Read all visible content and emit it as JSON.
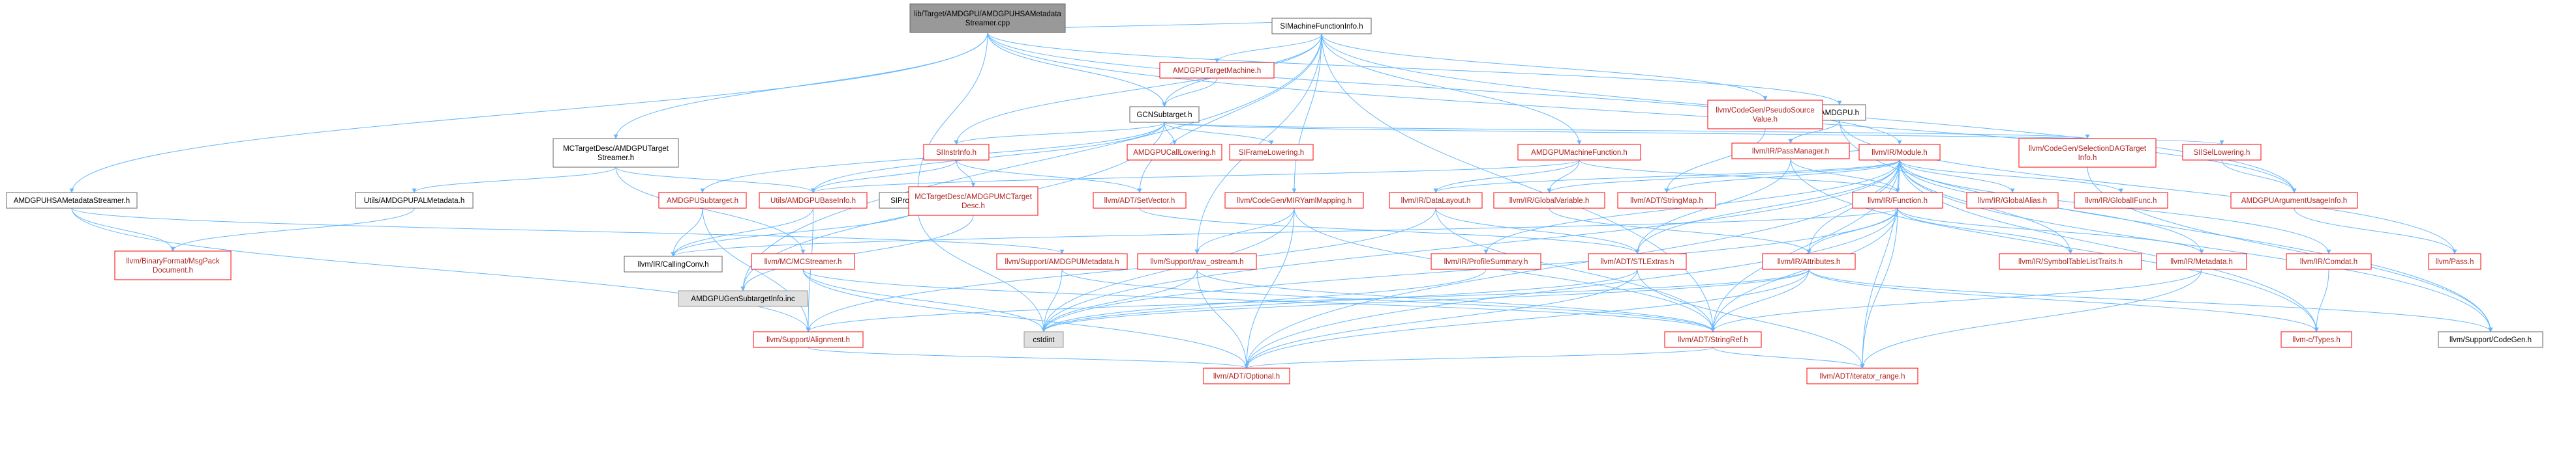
{
  "colors": {
    "edge": "#63b8ff",
    "text_default": "#000000",
    "text_link": "#b22222",
    "border_default": "#666666",
    "border_link": "#ff0000",
    "fill_default": "#ffffff",
    "fill_root": "#999999",
    "fill_grey": "#e0e0e0"
  },
  "nodes": [
    {
      "id": "root",
      "lines": [
        "lib/Target/AMDGPU/AMDGPUHSAMetadata",
        "Streamer.cpp"
      ],
      "style": "root"
    },
    {
      "id": "simfi",
      "lines": [
        "SIMachineFunctionInfo.h"
      ],
      "style": "default"
    },
    {
      "id": "amdgpu",
      "lines": [
        "AMDGPU.h"
      ],
      "style": "default"
    },
    {
      "id": "amdgputm",
      "lines": [
        "AMDGPUTargetMachine.h"
      ],
      "style": "link"
    },
    {
      "id": "pseudosrc",
      "lines": [
        "llvm/CodeGen/PseudoSource",
        "Value.h"
      ],
      "style": "link"
    },
    {
      "id": "passmgr",
      "lines": [
        "llvm/IR/PassManager.h"
      ],
      "style": "link"
    },
    {
      "id": "gcnsub",
      "lines": [
        "GCNSubtarget.h"
      ],
      "style": "default"
    },
    {
      "id": "mctds",
      "lines": [
        "MCTargetDesc/AMDGPUTarget",
        "Streamer.h"
      ],
      "style": "default"
    },
    {
      "id": "siinstr",
      "lines": [
        "SIInstrInfo.h"
      ],
      "style": "link"
    },
    {
      "id": "calllow",
      "lines": [
        "AMDGPUCallLowering.h"
      ],
      "style": "link"
    },
    {
      "id": "framelow",
      "lines": [
        "SIFrameLowering.h"
      ],
      "style": "link"
    },
    {
      "id": "amdgpumf",
      "lines": [
        "AMDGPUMachineFunction.h"
      ],
      "style": "link"
    },
    {
      "id": "irmodule",
      "lines": [
        "llvm/IR/Module.h"
      ],
      "style": "link"
    },
    {
      "id": "seldag",
      "lines": [
        "llvm/CodeGen/SelectionDAGTarget",
        "Info.h"
      ],
      "style": "link"
    },
    {
      "id": "siisel",
      "lines": [
        "SIISelLowering.h"
      ],
      "style": "link"
    },
    {
      "id": "hsams",
      "lines": [
        "AMDGPUHSAMetadataStreamer.h"
      ],
      "style": "default"
    },
    {
      "id": "palmd",
      "lines": [
        "Utils/AMDGPUPALMetadata.h"
      ],
      "style": "default"
    },
    {
      "id": "amdgpusub",
      "lines": [
        "AMDGPUSubtarget.h"
      ],
      "style": "link"
    },
    {
      "id": "utilsbase",
      "lines": [
        "Utils/AMDGPUBaseInfo.h"
      ],
      "style": "link"
    },
    {
      "id": "siprog",
      "lines": [
        "SIProgramInfo.h"
      ],
      "style": "default"
    },
    {
      "id": "mctdesc",
      "lines": [
        "MCTargetDesc/AMDGPUMCTarget",
        "Desc.h"
      ],
      "style": "link"
    },
    {
      "id": "setvector",
      "lines": [
        "llvm/ADT/SetVector.h"
      ],
      "style": "link"
    },
    {
      "id": "mirymal",
      "lines": [
        "llvm/CodeGen/MIRYamlMapping.h"
      ],
      "style": "link"
    },
    {
      "id": "datalayout",
      "lines": [
        "llvm/IR/DataLayout.h"
      ],
      "style": "link"
    },
    {
      "id": "globalvar",
      "lines": [
        "llvm/IR/GlobalVariable.h"
      ],
      "style": "link"
    },
    {
      "id": "stringmap",
      "lines": [
        "llvm/ADT/StringMap.h"
      ],
      "style": "link"
    },
    {
      "id": "globalalias",
      "lines": [
        "llvm/IR/GlobalAlias.h"
      ],
      "style": "link"
    },
    {
      "id": "globalifunc",
      "lines": [
        "llvm/IR/GlobalIFunc.h"
      ],
      "style": "link"
    },
    {
      "id": "irfunction",
      "lines": [
        "llvm/IR/Function.h"
      ],
      "style": "link"
    },
    {
      "id": "argusage",
      "lines": [
        "AMDGPUArgumentUsageInfo.h"
      ],
      "style": "link"
    },
    {
      "id": "msgpack",
      "lines": [
        "llvm/BinaryFormat/MsgPack",
        "Document.h"
      ],
      "style": "link"
    },
    {
      "id": "callingconv",
      "lines": [
        "llvm/IR/CallingConv.h"
      ],
      "style": "default"
    },
    {
      "id": "gcnsubinc",
      "lines": [
        "AMDGPUGenSubtargetInfo.inc"
      ],
      "style": "grey"
    },
    {
      "id": "mcstreamer",
      "lines": [
        "llvm/MC/MCStreamer.h"
      ],
      "style": "link"
    },
    {
      "id": "supmeta",
      "lines": [
        "llvm/Support/AMDGPUMetadata.h"
      ],
      "style": "link"
    },
    {
      "id": "rawostream",
      "lines": [
        "llvm/Support/raw_ostream.h"
      ],
      "style": "link"
    },
    {
      "id": "profsum",
      "lines": [
        "llvm/IR/ProfileSummary.h"
      ],
      "style": "link"
    },
    {
      "id": "stlextras",
      "lines": [
        "llvm/ADT/STLExtras.h"
      ],
      "style": "link"
    },
    {
      "id": "attributes",
      "lines": [
        "llvm/IR/Attributes.h"
      ],
      "style": "link"
    },
    {
      "id": "symtab",
      "lines": [
        "llvm/IR/SymbolTableListTraits.h"
      ],
      "style": "link"
    },
    {
      "id": "irmetadata",
      "lines": [
        "llvm/IR/Metadata.h"
      ],
      "style": "link"
    },
    {
      "id": "comdat",
      "lines": [
        "llvm/IR/Comdat.h"
      ],
      "style": "link"
    },
    {
      "id": "pass",
      "lines": [
        "llvm/Pass.h"
      ],
      "style": "link"
    },
    {
      "id": "alignment",
      "lines": [
        "llvm/Support/Alignment.h"
      ],
      "style": "link"
    },
    {
      "id": "cstdint",
      "lines": [
        "cstdint"
      ],
      "style": "grey"
    },
    {
      "id": "stringref",
      "lines": [
        "llvm/ADT/StringRef.h"
      ],
      "style": "link"
    },
    {
      "id": "ctypes",
      "lines": [
        "llvm-c/Types.h"
      ],
      "style": "link"
    },
    {
      "id": "supcodegen",
      "lines": [
        "llvm/Support/CodeGen.h"
      ],
      "style": "default"
    },
    {
      "id": "optional",
      "lines": [
        "llvm/ADT/Optional.h"
      ],
      "style": "link"
    },
    {
      "id": "iterrange",
      "lines": [
        "llvm/ADT/iterator_range.h"
      ],
      "style": "link"
    }
  ],
  "edges": [
    [
      "root",
      "simfi"
    ],
    [
      "root",
      "amdgpu"
    ],
    [
      "root",
      "gcnsub"
    ],
    [
      "root",
      "mctds"
    ],
    [
      "root",
      "irmodule"
    ],
    [
      "root",
      "hsams"
    ],
    [
      "root",
      "siprog"
    ],
    [
      "root",
      "argusage"
    ],
    [
      "simfi",
      "amdgputm"
    ],
    [
      "simfi",
      "pseudosrc"
    ],
    [
      "simfi",
      "gcnsub"
    ],
    [
      "simfi",
      "siinstr"
    ],
    [
      "simfi",
      "amdgpumf"
    ],
    [
      "simfi",
      "setvector"
    ],
    [
      "simfi",
      "mirymal"
    ],
    [
      "simfi",
      "argusage"
    ],
    [
      "simfi",
      "gcnsubinc"
    ],
    [
      "simfi",
      "rawostream"
    ],
    [
      "simfi",
      "stringref"
    ],
    [
      "amdgpu",
      "passmgr"
    ],
    [
      "amdgpu",
      "pass"
    ],
    [
      "amdgpu",
      "supcodegen"
    ],
    [
      "amdgputm",
      "gcnsub"
    ],
    [
      "pseudosrc",
      "stringmap"
    ],
    [
      "passmgr",
      "irmodule"
    ],
    [
      "passmgr",
      "irfunction"
    ],
    [
      "passmgr",
      "stlextras"
    ],
    [
      "passmgr",
      "ctypes"
    ],
    [
      "gcnsub",
      "calllow"
    ],
    [
      "gcnsub",
      "framelow"
    ],
    [
      "gcnsub",
      "siinstr"
    ],
    [
      "gcnsub",
      "amdgpusub"
    ],
    [
      "gcnsub",
      "seldag"
    ],
    [
      "gcnsub",
      "siisel"
    ],
    [
      "gcnsub",
      "utilsbase"
    ],
    [
      "gcnsub",
      "gcnsubinc"
    ],
    [
      "mctds",
      "palmd"
    ],
    [
      "mctds",
      "utilsbase"
    ],
    [
      "mctds",
      "mcstreamer"
    ],
    [
      "siinstr",
      "utilsbase"
    ],
    [
      "siinstr",
      "mctdesc"
    ],
    [
      "siinstr",
      "setvector"
    ],
    [
      "amdgpumf",
      "irfunction"
    ],
    [
      "amdgpumf",
      "datalayout"
    ],
    [
      "amdgpumf",
      "globalvar"
    ],
    [
      "amdgpumf",
      "utilsbase"
    ],
    [
      "irmodule",
      "datalayout"
    ],
    [
      "irmodule",
      "globalvar"
    ],
    [
      "irmodule",
      "stringmap"
    ],
    [
      "irmodule",
      "globalalias"
    ],
    [
      "irmodule",
      "globalifunc"
    ],
    [
      "irmodule",
      "irfunction"
    ],
    [
      "irmodule",
      "profsum"
    ],
    [
      "irmodule",
      "stlextras"
    ],
    [
      "irmodule",
      "attributes"
    ],
    [
      "irmodule",
      "symtab"
    ],
    [
      "irmodule",
      "irmetadata"
    ],
    [
      "irmodule",
      "comdat"
    ],
    [
      "irmodule",
      "ctypes"
    ],
    [
      "irmodule",
      "cstdint"
    ],
    [
      "irmodule",
      "stringref"
    ],
    [
      "irmodule",
      "supcodegen"
    ],
    [
      "irmodule",
      "optional"
    ],
    [
      "irmodule",
      "iterrange"
    ],
    [
      "seldag",
      "supcodegen"
    ],
    [
      "siisel",
      "argusage"
    ],
    [
      "hsams",
      "msgpack"
    ],
    [
      "hsams",
      "supmeta"
    ],
    [
      "hsams",
      "alignment"
    ],
    [
      "palmd",
      "msgpack"
    ],
    [
      "amdgpusub",
      "callingconv"
    ],
    [
      "amdgpusub",
      "alignment"
    ],
    [
      "utilsbase",
      "callingconv"
    ],
    [
      "utilsbase",
      "alignment"
    ],
    [
      "siprog",
      "callingconv"
    ],
    [
      "siprog",
      "cstdint"
    ],
    [
      "mctdesc",
      "gcnsubinc"
    ],
    [
      "setvector",
      "stlextras"
    ],
    [
      "mirymal",
      "stringref"
    ],
    [
      "mirymal",
      "rawostream"
    ],
    [
      "mirymal",
      "optional"
    ],
    [
      "mirymal",
      "cstdint"
    ],
    [
      "datalayout",
      "stlextras"
    ],
    [
      "datalayout",
      "stringref"
    ],
    [
      "datalayout",
      "alignment"
    ],
    [
      "globalvar",
      "attributes"
    ],
    [
      "irfunction",
      "attributes"
    ],
    [
      "irfunction",
      "symtab"
    ],
    [
      "irfunction",
      "irmetadata"
    ],
    [
      "irfunction",
      "callingconv"
    ],
    [
      "irfunction",
      "stringref"
    ],
    [
      "irfunction",
      "iterrange"
    ],
    [
      "irfunction",
      "optional"
    ],
    [
      "irfunction",
      "cstdint"
    ],
    [
      "argusage",
      "pass"
    ],
    [
      "mcstreamer",
      "optional"
    ],
    [
      "mcstreamer",
      "stringref"
    ],
    [
      "mcstreamer",
      "cstdint"
    ],
    [
      "supmeta",
      "stringref"
    ],
    [
      "supmeta",
      "cstdint"
    ],
    [
      "rawostream",
      "optional"
    ],
    [
      "rawostream",
      "stringref"
    ],
    [
      "rawostream",
      "cstdint"
    ],
    [
      "profsum",
      "cstdint"
    ],
    [
      "stlextras",
      "cstdint"
    ],
    [
      "stlextras",
      "iterrange"
    ],
    [
      "stlextras",
      "optional"
    ],
    [
      "attributes",
      "stringref"
    ],
    [
      "attributes",
      "alignment"
    ],
    [
      "attributes",
      "optional"
    ],
    [
      "attributes",
      "ctypes"
    ],
    [
      "attributes",
      "supcodegen"
    ],
    [
      "attributes",
      "cstdint"
    ],
    [
      "irmetadata",
      "stringref"
    ],
    [
      "irmetadata",
      "iterrange"
    ],
    [
      "comdat",
      "ctypes"
    ],
    [
      "alignment",
      "optional"
    ],
    [
      "stringref",
      "optional"
    ],
    [
      "stringref",
      "iterrange"
    ]
  ]
}
